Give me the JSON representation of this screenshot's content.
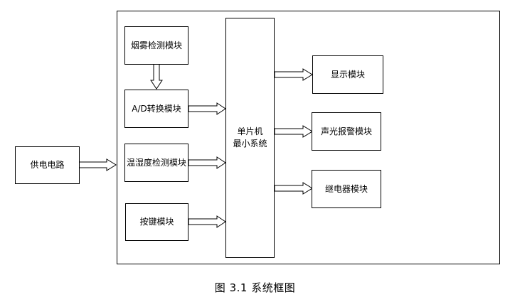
{
  "diagram": {
    "modules": {
      "smoke": "烟雾检测模块",
      "ad": "A/D转换模块",
      "temp_humidity": "温湿度检测模块",
      "keys": "按键模块",
      "power": "供电电路",
      "mcu_line1": "单片机",
      "mcu_line2": "最小系统",
      "display": "显示模块",
      "alarm": "声光报警模块",
      "relay": "继电器模块"
    }
  },
  "caption": "图 3.1  系统框图"
}
